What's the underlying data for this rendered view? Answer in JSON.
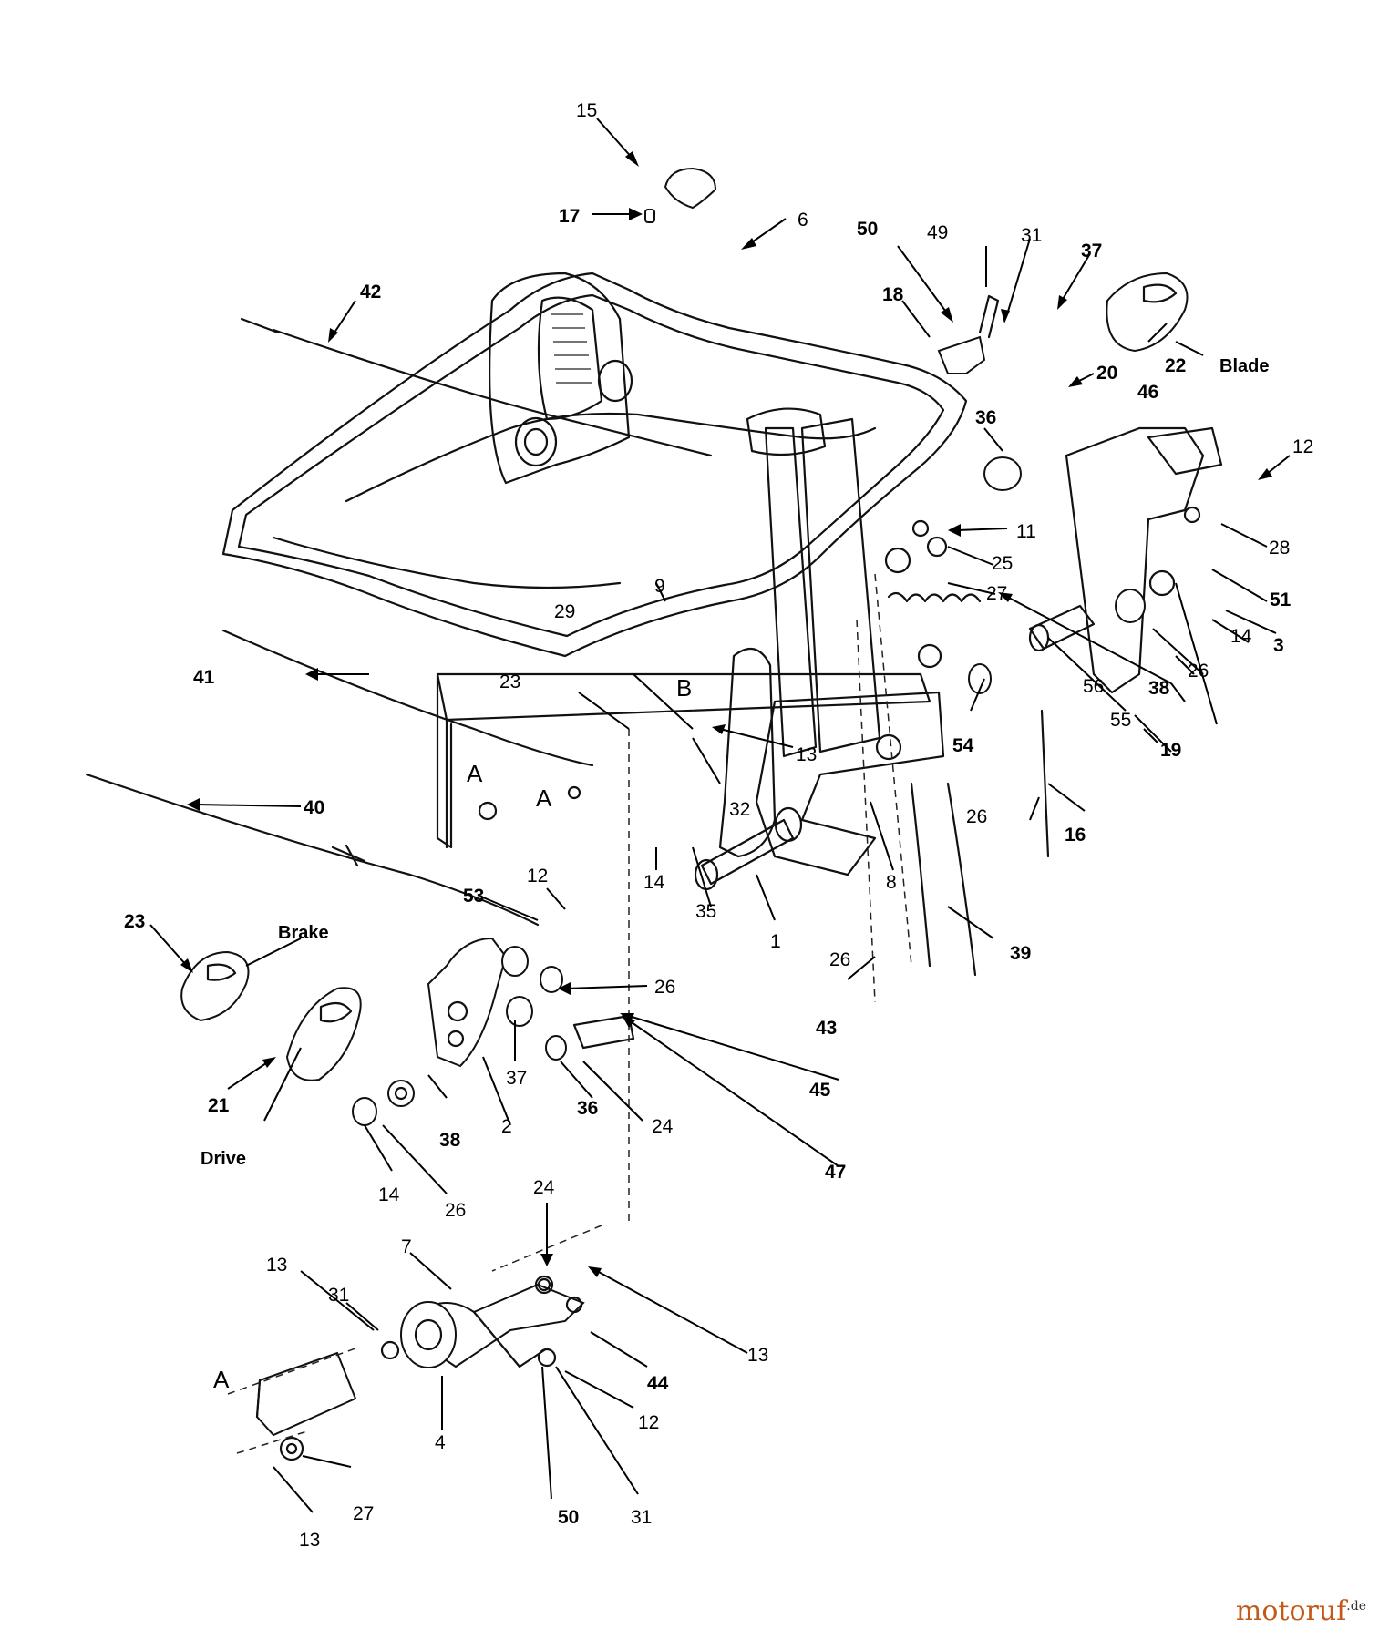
{
  "callouts": [
    {
      "text": "15",
      "bold": false
    },
    {
      "text": "17",
      "bold": true
    },
    {
      "text": "6",
      "bold": false
    },
    {
      "text": "50",
      "bold": true
    },
    {
      "text": "49",
      "bold": false
    },
    {
      "text": "31",
      "bold": false
    },
    {
      "text": "37",
      "bold": true
    },
    {
      "text": "18",
      "bold": true
    },
    {
      "text": "42",
      "bold": true
    },
    {
      "text": "22",
      "bold": true
    },
    {
      "text": "20",
      "bold": true
    },
    {
      "text": "46",
      "bold": true
    },
    {
      "text": "36",
      "bold": true
    },
    {
      "text": "12",
      "bold": false
    },
    {
      "text": "11",
      "bold": false
    },
    {
      "text": "28",
      "bold": false
    },
    {
      "text": "25",
      "bold": false
    },
    {
      "text": "51",
      "bold": true
    },
    {
      "text": "27",
      "bold": false
    },
    {
      "text": "3",
      "bold": true
    },
    {
      "text": "14",
      "bold": false
    },
    {
      "text": "9",
      "bold": false
    },
    {
      "text": "29",
      "bold": false
    },
    {
      "text": "26",
      "bold": false
    },
    {
      "text": "38",
      "bold": true
    },
    {
      "text": "56",
      "bold": false
    },
    {
      "text": "55",
      "bold": false
    },
    {
      "text": "41",
      "bold": true
    },
    {
      "text": "23",
      "bold": false
    },
    {
      "text": "54",
      "bold": true
    },
    {
      "text": "19",
      "bold": true
    },
    {
      "text": "13",
      "bold": false
    },
    {
      "text": "32",
      "bold": false
    },
    {
      "text": "26",
      "bold": false
    },
    {
      "text": "40",
      "bold": true
    },
    {
      "text": "16",
      "bold": true
    },
    {
      "text": "14",
      "bold": false
    },
    {
      "text": "35",
      "bold": false
    },
    {
      "text": "1",
      "bold": false
    },
    {
      "text": "8",
      "bold": false
    },
    {
      "text": "12",
      "bold": false
    },
    {
      "text": "53",
      "bold": true
    },
    {
      "text": "26",
      "bold": false
    },
    {
      "text": "39",
      "bold": true
    },
    {
      "text": "23",
      "bold": true
    },
    {
      "text": "26",
      "bold": false
    },
    {
      "text": "43",
      "bold": true
    },
    {
      "text": "37",
      "bold": false
    },
    {
      "text": "45",
      "bold": true
    },
    {
      "text": "36",
      "bold": true
    },
    {
      "text": "21",
      "bold": true
    },
    {
      "text": "38",
      "bold": true
    },
    {
      "text": "2",
      "bold": false
    },
    {
      "text": "24",
      "bold": false
    },
    {
      "text": "47",
      "bold": true
    },
    {
      "text": "14",
      "bold": false
    },
    {
      "text": "26",
      "bold": false
    },
    {
      "text": "24",
      "bold": false
    },
    {
      "text": "7",
      "bold": false
    },
    {
      "text": "13",
      "bold": false
    },
    {
      "text": "31",
      "bold": false
    },
    {
      "text": "13",
      "bold": false
    },
    {
      "text": "44",
      "bold": true
    },
    {
      "text": "12",
      "bold": false
    },
    {
      "text": "4",
      "bold": false
    },
    {
      "text": "27",
      "bold": false
    },
    {
      "text": "50",
      "bold": true
    },
    {
      "text": "31",
      "bold": false
    },
    {
      "text": "13",
      "bold": false
    }
  ],
  "word_labels": {
    "blade": "Blade",
    "brake": "Brake",
    "drive": "Drive"
  },
  "section_labels": [
    "A",
    "B",
    "A",
    "A"
  ],
  "watermark": {
    "name": "motoruf",
    "suffix": ".de"
  }
}
